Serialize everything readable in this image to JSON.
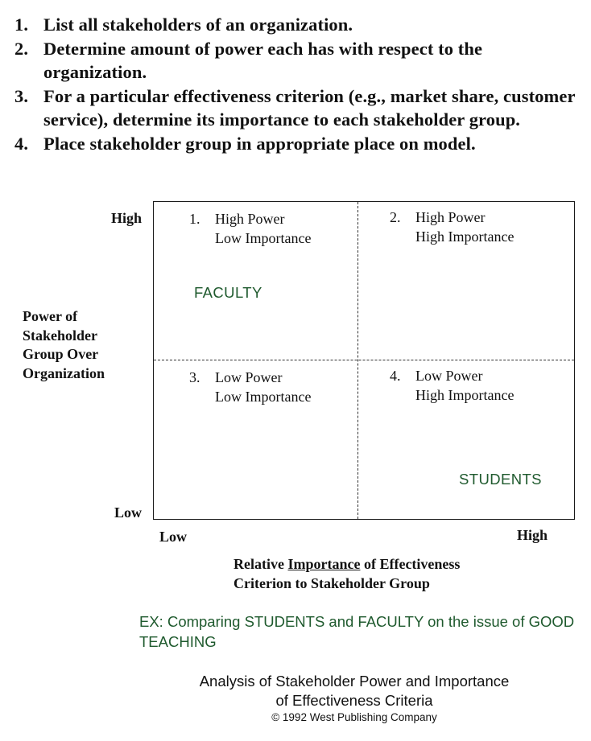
{
  "steps": [
    {
      "num": "1.",
      "text": "List all stakeholders of an organization."
    },
    {
      "num": "2.",
      "text": "Determine amount of power each has with respect to the organization."
    },
    {
      "num": "3.",
      "text": "For a particular effectiveness criterion (e.g., market share, customer service), determine its importance to each stakeholder group."
    },
    {
      "num": "4.",
      "text": "Place stakeholder group in appropriate place on model."
    }
  ],
  "axes": {
    "y_high": "High",
    "y_low": "Low",
    "y_title_lines": [
      "Power of",
      "Stakeholder",
      "Group Over",
      "Organization"
    ],
    "x_low": "Low",
    "x_high": "High",
    "x_title_prefix": "Relative ",
    "x_title_underlined": "Importance",
    "x_title_suffix": " of Effectiveness",
    "x_title_line2": "Criterion to Stakeholder Group"
  },
  "quadrants": [
    {
      "num": "1.",
      "line1": "High Power",
      "line2": "Low Importance"
    },
    {
      "num": "2.",
      "line1": "High Power",
      "line2": "High Importance"
    },
    {
      "num": "3.",
      "line1": "Low Power",
      "line2": "Low Importance"
    },
    {
      "num": "4.",
      "line1": "Low Power",
      "line2": "High Importance"
    }
  ],
  "entities": {
    "faculty": "FACULTY",
    "students": "STUDENTS"
  },
  "example": "EX: Comparing STUDENTS and FACULTY on the issue of GOOD TEACHING",
  "caption": {
    "line1": "Analysis of Stakeholder Power and Importance",
    "line2": "of Effectiveness Criteria",
    "copyright": "© 1992 West Publishing Company"
  },
  "colors": {
    "annotation_green": "#1f5a2e",
    "text": "#111111"
  }
}
